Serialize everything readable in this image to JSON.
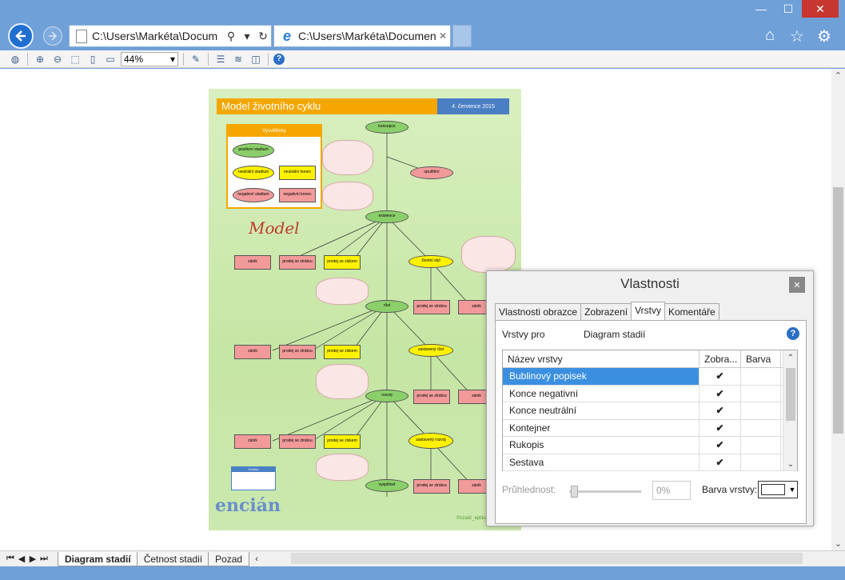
{
  "window": {
    "controls": {
      "minimize": "—",
      "maximize": "☐",
      "close": "✕"
    }
  },
  "nav": {
    "address": "C:\\Users\\Markéta\\Docum",
    "tab_title": "C:\\Users\\Markéta\\Documen...",
    "tab_close": "✕"
  },
  "toolbar": {
    "zoom": "44%"
  },
  "drawing": {
    "title": "Model životního cyklu",
    "date": "4. července 2015",
    "legend_title": "Vysvětlivky",
    "legend": {
      "positive": "pozitivní stadium",
      "neutral": "neutrální stadium",
      "neutral_end": "neutrální konec",
      "negative": "negativní stadium",
      "negative_end": "negativní konec"
    },
    "model_label": "Model",
    "nodes": {
      "koncepce": "koncepce",
      "opusteni": "opuštění",
      "existence": "existence",
      "zivotni_styl": "životní styl",
      "rust": "růst",
      "zastaveny_rust": "zastavený růst",
      "rozvoj": "rozvoj",
      "zastaveny_rozvoj": "zastavený rozvoj",
      "vyspelost": "vyspělost"
    },
    "end_labels": {
      "zanik": "zánik",
      "prodej_ztrata": "prodej se ztrátou",
      "prodej_zisk": "prodej se ziskem"
    },
    "souhrn_title": "Souhrn",
    "brand": "encián",
    "footer": "Pozadí_aplikac"
  },
  "properties": {
    "title": "Vlastnosti",
    "close": "✕",
    "tabs": [
      "Vlastnosti obrazce",
      "Zobrazení",
      "Vrstvy",
      "Komentáře"
    ],
    "layers_for_label": "Vrstvy pro",
    "layers_for_value": "Diagram stadií",
    "columns": [
      "Název vrstvy",
      "Zobra...",
      "Barva"
    ],
    "rows": [
      {
        "name": "Bublinový popisek",
        "show": "✔"
      },
      {
        "name": "Konce negativní",
        "show": "✔"
      },
      {
        "name": "Konce neutrální",
        "show": "✔"
      },
      {
        "name": "Kontejner",
        "show": "✔"
      },
      {
        "name": "Rukopis",
        "show": "✔"
      },
      {
        "name": "Sestava",
        "show": "✔"
      }
    ],
    "transparency_label": "Průhlednost:",
    "transparency_value": "0%",
    "layer_color_label": "Barva vrstvy:"
  },
  "sheets": {
    "tabs": [
      "Diagram stadií",
      "Četnost stadií",
      "Pozad"
    ]
  }
}
